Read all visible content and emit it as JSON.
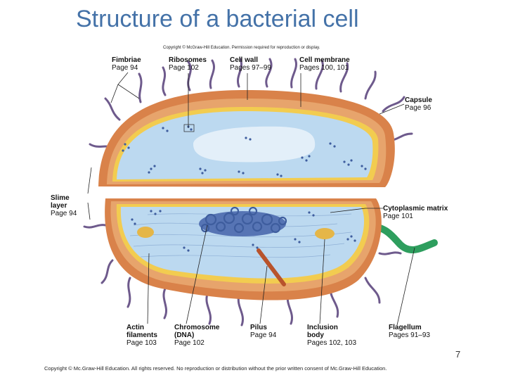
{
  "slide": {
    "title": "Structure of a bacterial cell",
    "number": "7",
    "copyright": "Copyright © Mc.Graw-Hill Education. All rights reserved. No reproduction or distribution without the prior written consent of Mc.Graw-Hill Education."
  },
  "figure": {
    "copyright": "Copyright © McGraw-Hill Education. Permission required for reproduction or display.",
    "colors": {
      "capsule": "#d9824a",
      "cell_wall": "#e7a46c",
      "membrane": "#f2cc50",
      "cytoplasm": "#bcd9f0",
      "nucleoid": "#3e5d9e",
      "fimbriae": "#6e5a8c",
      "flagellum": "#2e9e5e"
    },
    "labels": {
      "fimbriae": {
        "title": "Fimbriae",
        "page": "Page 94"
      },
      "ribosomes": {
        "title": "Ribosomes",
        "page": "Page 102"
      },
      "cell_wall": {
        "title": "Cell wall",
        "page": "Pages 97–99"
      },
      "cell_membrane": {
        "title": "Cell membrane",
        "page": "Pages 100, 101"
      },
      "capsule": {
        "title": "Capsule",
        "page": "Page 96"
      },
      "slime_layer": {
        "title1": "Slime",
        "title2": "layer",
        "page": "Page 94"
      },
      "cytoplasmic_matrix": {
        "title": "Cytoplasmic matrix",
        "page": "Page 101"
      },
      "actin_filaments": {
        "title1": "Actin",
        "title2": "filaments",
        "page": "Page 103"
      },
      "chromosome": {
        "title1": "Chromosome",
        "title2": "(DNA)",
        "page": "Page 102"
      },
      "pilus": {
        "title": "Pilus",
        "page": "Page 94"
      },
      "inclusion_body": {
        "title1": "Inclusion",
        "title2": "body",
        "page": "Pages 102, 103"
      },
      "flagellum": {
        "title": "Flagellum",
        "page": "Pages 91–93"
      }
    }
  }
}
